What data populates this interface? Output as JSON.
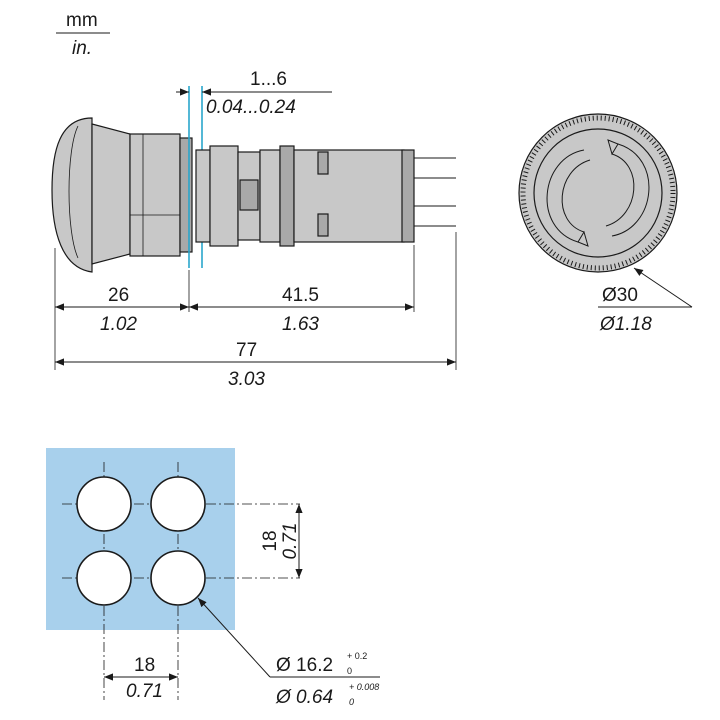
{
  "units": {
    "primary": "mm",
    "secondary": "in."
  },
  "side_view": {
    "panel_thickness": {
      "mm": "1...6",
      "in": "0.04...0.24"
    },
    "head_length": {
      "mm": "26",
      "in": "1.02"
    },
    "body_length": {
      "mm": "41.5",
      "in": "1.63"
    },
    "overall_length": {
      "mm": "77",
      "in": "3.03"
    }
  },
  "front_view": {
    "diameter": {
      "mm": "Ø30",
      "in": "Ø1.18"
    }
  },
  "cutout": {
    "vertical_spacing": {
      "mm": "18",
      "in": "0.71"
    },
    "horizontal_spacing": {
      "mm": "18",
      "in": "0.71"
    },
    "hole_diameter": {
      "mm_prefix": "Ø 16.2",
      "mm_tol_upper": "+ 0.2",
      "mm_tol_lower": "0",
      "in_prefix": "Ø 0.64",
      "in_tol_upper": "+ 0.008",
      "in_tol_lower": "0"
    }
  },
  "colors": {
    "panel": "#a8d0ec",
    "panel_line": "#2aa6cc",
    "body": "#c8c8c8",
    "line": "#1a1a1a"
  }
}
